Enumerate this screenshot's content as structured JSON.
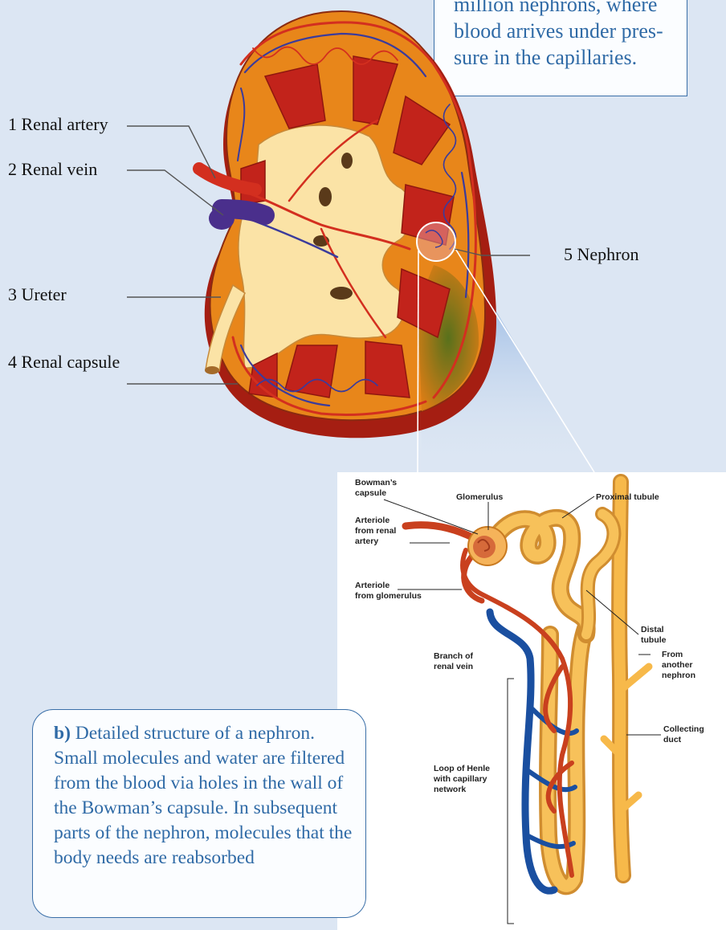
{
  "callout_a": {
    "lines": [
      "million nephrons, where",
      "blood arrives under pres-",
      "sure in the capillaries."
    ]
  },
  "callout_b": {
    "prefix": "b)",
    "text": "Detailed structure of a nephron. Small molecules and water are filtered from the blood via holes in the wall of the Bowman’s capsule. In subsequent parts of the nephron, molecules that the body needs are reabsorbed"
  },
  "kidney_labels": {
    "renal_artery": "1 Renal artery",
    "renal_vein": "2 Renal vein",
    "ureter": "3 Ureter",
    "renal_capsule": "4 Renal capsule",
    "nephron": "5 Nephron"
  },
  "nephron_labels": {
    "bowmans_capsule": [
      "Bowman’s",
      "capsule"
    ],
    "glomerulus": "Glomerulus",
    "proximal_tubule": "Proximal tubule",
    "arteriole_from_renal_artery": [
      "Arteriole",
      "from renal",
      "artery"
    ],
    "arteriole_from_glomerulus": [
      "Arteriole",
      "from glomerulus"
    ],
    "distal_tubule": [
      "Distal",
      "tubule"
    ],
    "branch_of_renal_vein": [
      "Branch of",
      "renal vein"
    ],
    "from_another_nephron": [
      "From",
      "another",
      "nephron"
    ],
    "collecting_duct": [
      "Collecting",
      "duct"
    ],
    "loop_of_henle": [
      "Loop of Henle",
      "with capillary",
      "network"
    ]
  },
  "colors": {
    "background": "#dce6f3",
    "callout_border": "#3a6fa8",
    "callout_text": "#2f6aa6",
    "cortex": "#e9891c",
    "medulla_pyramid": "#c0241c",
    "pelvis": "#fbe3a6",
    "artery": "#d32f1f",
    "vein": "#3b3b9c",
    "tubule": "#f5b640"
  }
}
